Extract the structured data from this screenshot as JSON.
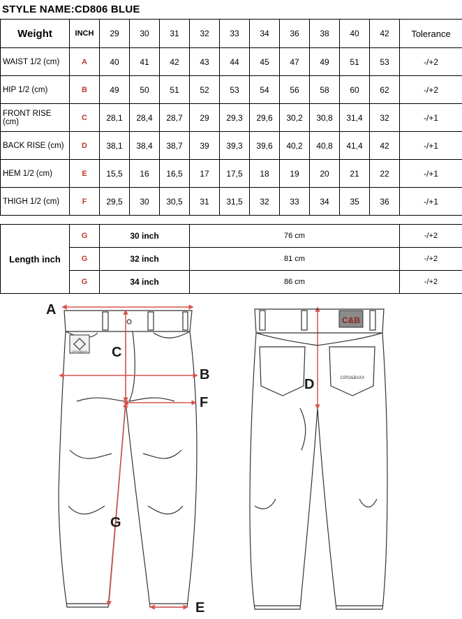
{
  "title": "STYLE NAME:CD806 BLUE",
  "size_table": {
    "header": {
      "weight": "Weight",
      "inch": "INCH",
      "sizes": [
        "29",
        "30",
        "31",
        "32",
        "33",
        "34",
        "36",
        "38",
        "40",
        "42"
      ],
      "tolerance": "Tolerance"
    },
    "rows": [
      {
        "label": "WAIST 1/2 (cm)",
        "code": "A",
        "values": [
          "40",
          "41",
          "42",
          "43",
          "44",
          "45",
          "47",
          "49",
          "51",
          "53"
        ],
        "tolerance": "-/+2"
      },
      {
        "label": "HIP 1/2 (cm)",
        "code": "B",
        "values": [
          "49",
          "50",
          "51",
          "52",
          "53",
          "54",
          "56",
          "58",
          "60",
          "62"
        ],
        "tolerance": "-/+2"
      },
      {
        "label": "FRONT RISE (cm)",
        "code": "C",
        "values": [
          "28,1",
          "28,4",
          "28,7",
          "29",
          "29,3",
          "29,6",
          "30,2",
          "30,8",
          "31,4",
          "32"
        ],
        "tolerance": "-/+1"
      },
      {
        "label": "BACK RISE (cm)",
        "code": "D",
        "values": [
          "38,1",
          "38,4",
          "38,7",
          "39",
          "39,3",
          "39,6",
          "40,2",
          "40,8",
          "41,4",
          "42"
        ],
        "tolerance": "-/+1"
      },
      {
        "label": "HEM 1/2  (cm)",
        "code": "E",
        "values": [
          "15,5",
          "16",
          "16,5",
          "17",
          "17,5",
          "18",
          "19",
          "20",
          "21",
          "22"
        ],
        "tolerance": "-/+1"
      },
      {
        "label": "THIGH 1/2 (cm)",
        "code": "F",
        "values": [
          "29,5",
          "30",
          "30,5",
          "31",
          "31,5",
          "32",
          "33",
          "34",
          "35",
          "36"
        ],
        "tolerance": "-/+1"
      }
    ]
  },
  "length_table": {
    "label": "Length inch",
    "rows": [
      {
        "code": "G",
        "inch": "30 inch",
        "cm": "76 cm",
        "tolerance": "-/+2"
      },
      {
        "code": "G",
        "inch": "32 inch",
        "cm": "81 cm",
        "tolerance": "-/+2"
      },
      {
        "code": "G",
        "inch": "34 inch",
        "cm": "86 cm",
        "tolerance": "-/+2"
      }
    ]
  },
  "diagram": {
    "labels": {
      "a": "A",
      "b": "B",
      "c": "C",
      "d": "D",
      "e": "E",
      "f": "F",
      "g": "G"
    },
    "back_patch": "C&B",
    "front_patch": "CIPO&BAXX",
    "pocket_label": "CIPO&BAXX",
    "line_color": "#d9534f",
    "patch_color": "#8b2323"
  }
}
